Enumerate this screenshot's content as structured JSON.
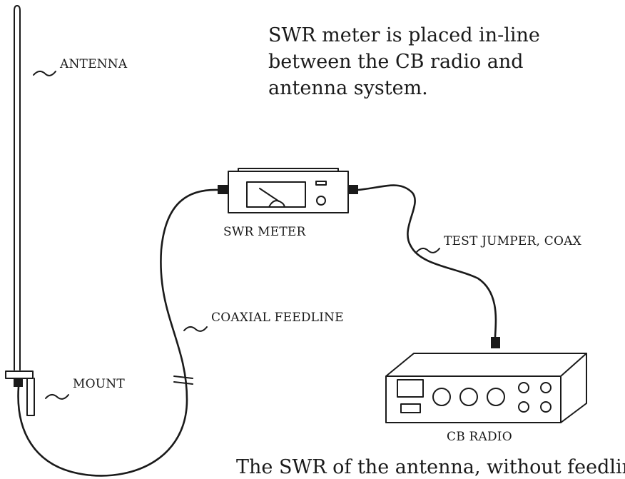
{
  "intro_text": [
    "SWR meter is placed in-line",
    "between the CB radio and",
    "antenna system."
  ],
  "labels": {
    "antenna": "ANTENNA",
    "mount": "MOUNT",
    "swr_meter": "SWR METER",
    "test_jumper": "TEST JUMPER, COAX",
    "coaxial_feedline": "COAXIAL FEEDLINE",
    "cb_radio": "CB RADIO"
  },
  "footer_text": "The SWR of the antenna, without feedline"
}
